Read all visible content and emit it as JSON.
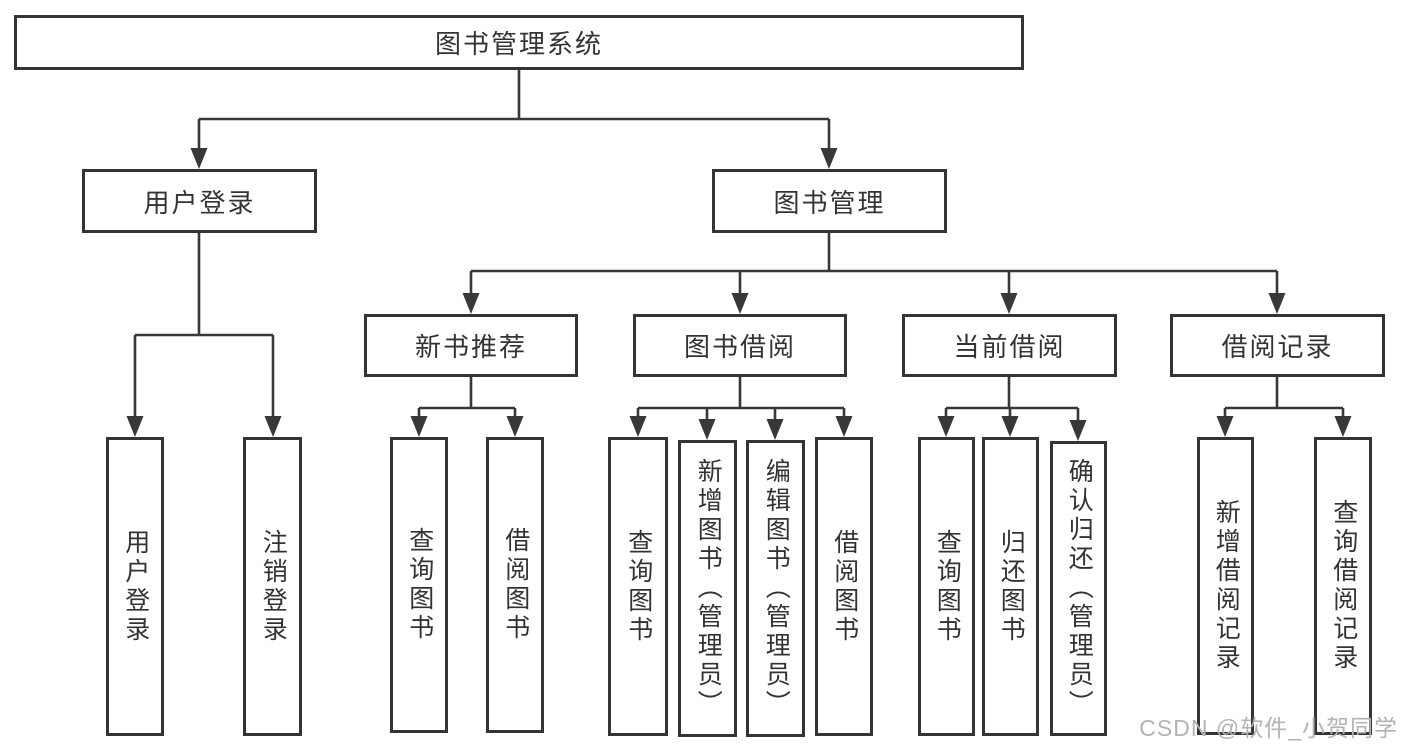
{
  "diagram": {
    "root": {
      "label": "图书管理系统"
    },
    "level2": {
      "user_login": {
        "label": "用户登录"
      },
      "book_management": {
        "label": "图书管理"
      }
    },
    "level3": {
      "new_book_recommend": {
        "label": "新书推荐"
      },
      "book_borrow": {
        "label": "图书借阅"
      },
      "current_borrow": {
        "label": "当前借阅"
      },
      "borrow_record": {
        "label": "借阅记录"
      }
    },
    "leaves": {
      "user_login": {
        "label": "用户登录"
      },
      "logout_login": {
        "label": "注销登录"
      },
      "recommend_query_book": {
        "label": "查询图书"
      },
      "recommend_borrow_book": {
        "label": "借阅图书"
      },
      "borrow_query_book": {
        "label": "查询图书"
      },
      "borrow_add_book": {
        "label": "新增图书（管理员）"
      },
      "borrow_edit_book": {
        "label": "编辑图书（管理员）"
      },
      "borrow_borrow_book": {
        "label": "借阅图书"
      },
      "current_query_book": {
        "label": "查询图书"
      },
      "current_return_book": {
        "label": "归还图书"
      },
      "current_confirm_return": {
        "label": "确认归还（管理员）"
      },
      "record_add_record": {
        "label": "新增借阅记录"
      },
      "record_query_record": {
        "label": "查询借阅记录"
      }
    }
  },
  "watermark": {
    "text": "CSDN @软件_小贺同学"
  },
  "colors": {
    "line": "#383838",
    "box_border": "#343434",
    "text": "#333333",
    "watermark": "#b3b3b3",
    "background": "#ffffff"
  }
}
